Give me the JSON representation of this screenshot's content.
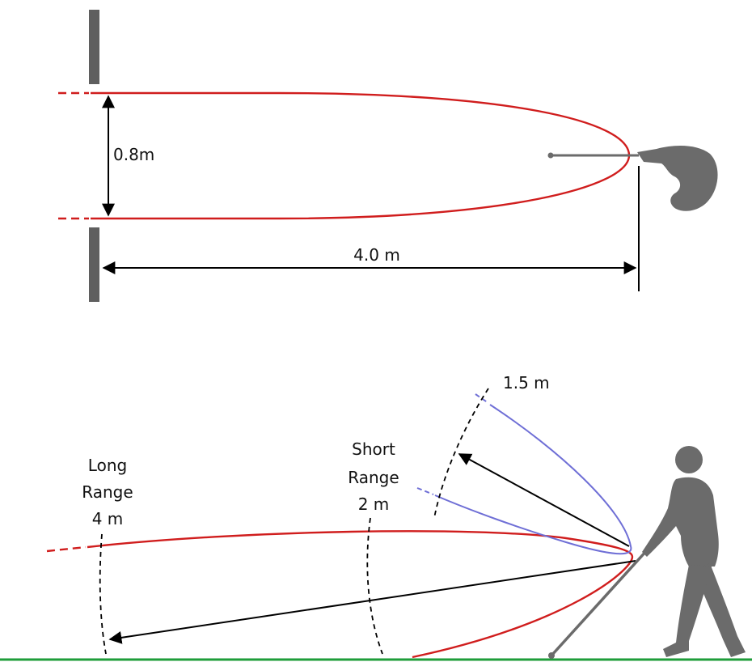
{
  "top_diagram": {
    "width_label": "0.8m",
    "distance_label": "4.0 m"
  },
  "bottom_diagram": {
    "angle_range_label": "1.5 m",
    "short_range_label": [
      "Short",
      "Range",
      "2 m"
    ],
    "long_range_label": [
      "Long",
      "Range",
      "4 m"
    ]
  },
  "colors": {
    "beam_long": "#d01d1d",
    "beam_short": "#6f6fd6",
    "wall": "#5f5f5f",
    "figure": "#6b6b6b",
    "ground": "#1f9d3a",
    "arrow": "#000000"
  }
}
